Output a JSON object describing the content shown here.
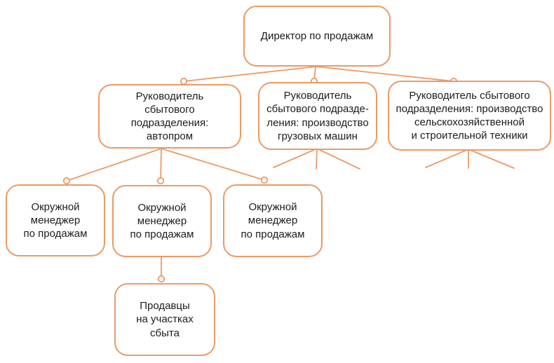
{
  "diagram": {
    "type": "org-chart",
    "accent_color": "#EB9A66",
    "text_color": "#1c1c1c",
    "background_color": "#ffffff",
    "nodes": {
      "director": {
        "label": "Директор по продажам"
      },
      "head_autoprom": {
        "label": "Руководитель\nсбытового подразделения:\nавтопром"
      },
      "head_trucks": {
        "label": "Руководитель\nсбытового подразде-\nления: производство\nгрузовых машин"
      },
      "head_agri": {
        "label": "Руководитель сбытового\nподразделения: производство\nсельскохозяйственной\nи строительной техники"
      },
      "district_manager_1": {
        "label": "Окружной\nменеджер\nпо продажам"
      },
      "district_manager_2": {
        "label": "Окружной\nменеджер\nпо продажам"
      },
      "district_manager_3": {
        "label": "Окружной\nменеджер\nпо продажам"
      },
      "sellers": {
        "label": "Продавцы\nна участках\nсбыта"
      }
    },
    "edges": [
      {
        "from": "director",
        "to": "head_autoprom"
      },
      {
        "from": "director",
        "to": "head_trucks"
      },
      {
        "from": "director",
        "to": "head_agri"
      },
      {
        "from": "head_autoprom",
        "to": "district_manager_1"
      },
      {
        "from": "head_autoprom",
        "to": "district_manager_2"
      },
      {
        "from": "head_autoprom",
        "to": "district_manager_3"
      },
      {
        "from": "district_manager_2",
        "to": "sellers"
      }
    ],
    "collapsed_branches": [
      "head_trucks",
      "head_agri"
    ]
  }
}
